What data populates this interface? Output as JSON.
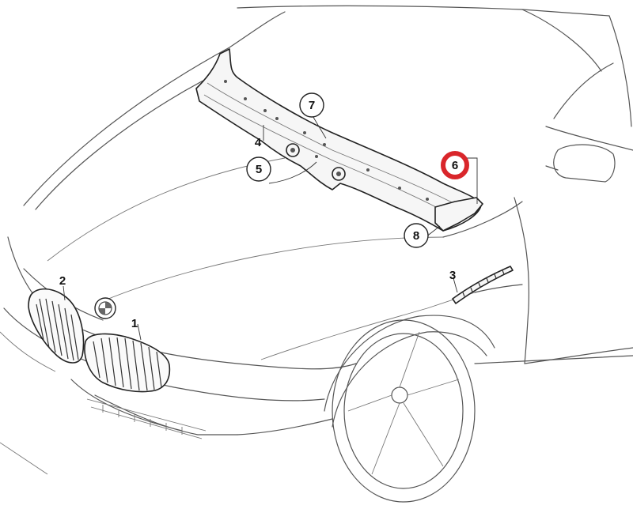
{
  "callouts": [
    {
      "id": "1",
      "label": "1"
    },
    {
      "id": "2",
      "label": "2"
    },
    {
      "id": "3",
      "label": "3"
    },
    {
      "id": "4",
      "label": "4"
    },
    {
      "id": "5",
      "label": "5"
    },
    {
      "id": "6",
      "label": "6"
    },
    {
      "id": "7",
      "label": "7"
    },
    {
      "id": "8",
      "label": "8"
    }
  ],
  "highlight_color": "#d9262b"
}
